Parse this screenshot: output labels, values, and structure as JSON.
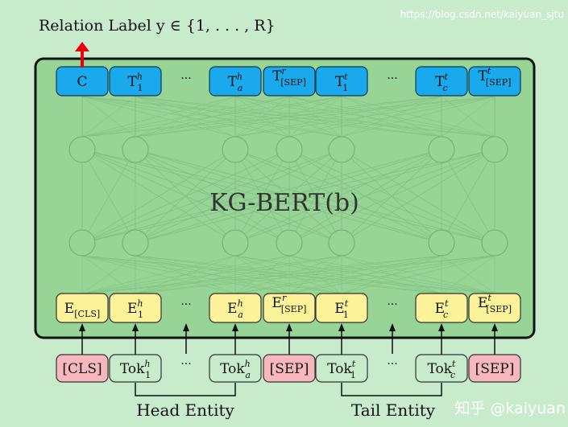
{
  "title": "Relation Label y ∈ {1, . . . , R}",
  "model_label": "KG-BERT(b)",
  "colors": {
    "background": "#c8ebcb",
    "frame": "#97d495",
    "output": "#1aa9ec",
    "embedding": "#fbf29a",
    "special_token": "#f7b8bd",
    "token": "#c8ebcb",
    "arrow": "#e8000b"
  },
  "columns": [
    {
      "out": {
        "b": "T",
        "sup": "",
        "sub": "",
        "text": "C"
      },
      "emb": {
        "b": "E",
        "sub": "[CLS]",
        "sup": ""
      },
      "tok": {
        "b": "[CLS]",
        "sup": "",
        "sub": "",
        "special": true
      }
    },
    {
      "out": {
        "b": "T",
        "sup": "h",
        "sub": "1"
      },
      "emb": {
        "b": "E",
        "sup": "h",
        "sub": "1"
      },
      "tok": {
        "b": "Tok",
        "sup": "h",
        "sub": "1"
      }
    },
    {
      "dots": "···"
    },
    {
      "out": {
        "b": "T",
        "sup": "h",
        "sub": "a"
      },
      "emb": {
        "b": "E",
        "sup": "h",
        "sub": "a"
      },
      "tok": {
        "b": "Tok",
        "sup": "h",
        "sub": "a"
      }
    },
    {
      "out": {
        "b": "T",
        "sup": "r",
        "sub": "[SEP]"
      },
      "emb": {
        "b": "E",
        "sup": "r",
        "sub": "[SEP]"
      },
      "tok": {
        "b": "[SEP]",
        "sup": "",
        "sub": "",
        "special": true
      }
    },
    {
      "out": {
        "b": "T",
        "sup": "t",
        "sub": "1"
      },
      "emb": {
        "b": "E",
        "sup": "t",
        "sub": "1"
      },
      "tok": {
        "b": "Tok",
        "sup": "t",
        "sub": "1"
      }
    },
    {
      "dots": "···"
    },
    {
      "out": {
        "b": "T",
        "sup": "t",
        "sub": "c"
      },
      "emb": {
        "b": "E",
        "sup": "t",
        "sub": "c"
      },
      "tok": {
        "b": "Tok",
        "sup": "t",
        "sub": "c"
      }
    },
    {
      "out": {
        "b": "T",
        "sup": "t",
        "sub": "[SEP]"
      },
      "emb": {
        "b": "E",
        "sup": "t",
        "sub": "[SEP]"
      },
      "tok": {
        "b": "[SEP]",
        "sup": "",
        "sub": "",
        "special": true
      }
    }
  ],
  "head_entity": "Head Entity",
  "tail_entity": "Tail Entity",
  "watermark": "知乎 @kaiyuan",
  "watermark_url": "https://blog.csdn.net/kaiyuan_sjtu"
}
